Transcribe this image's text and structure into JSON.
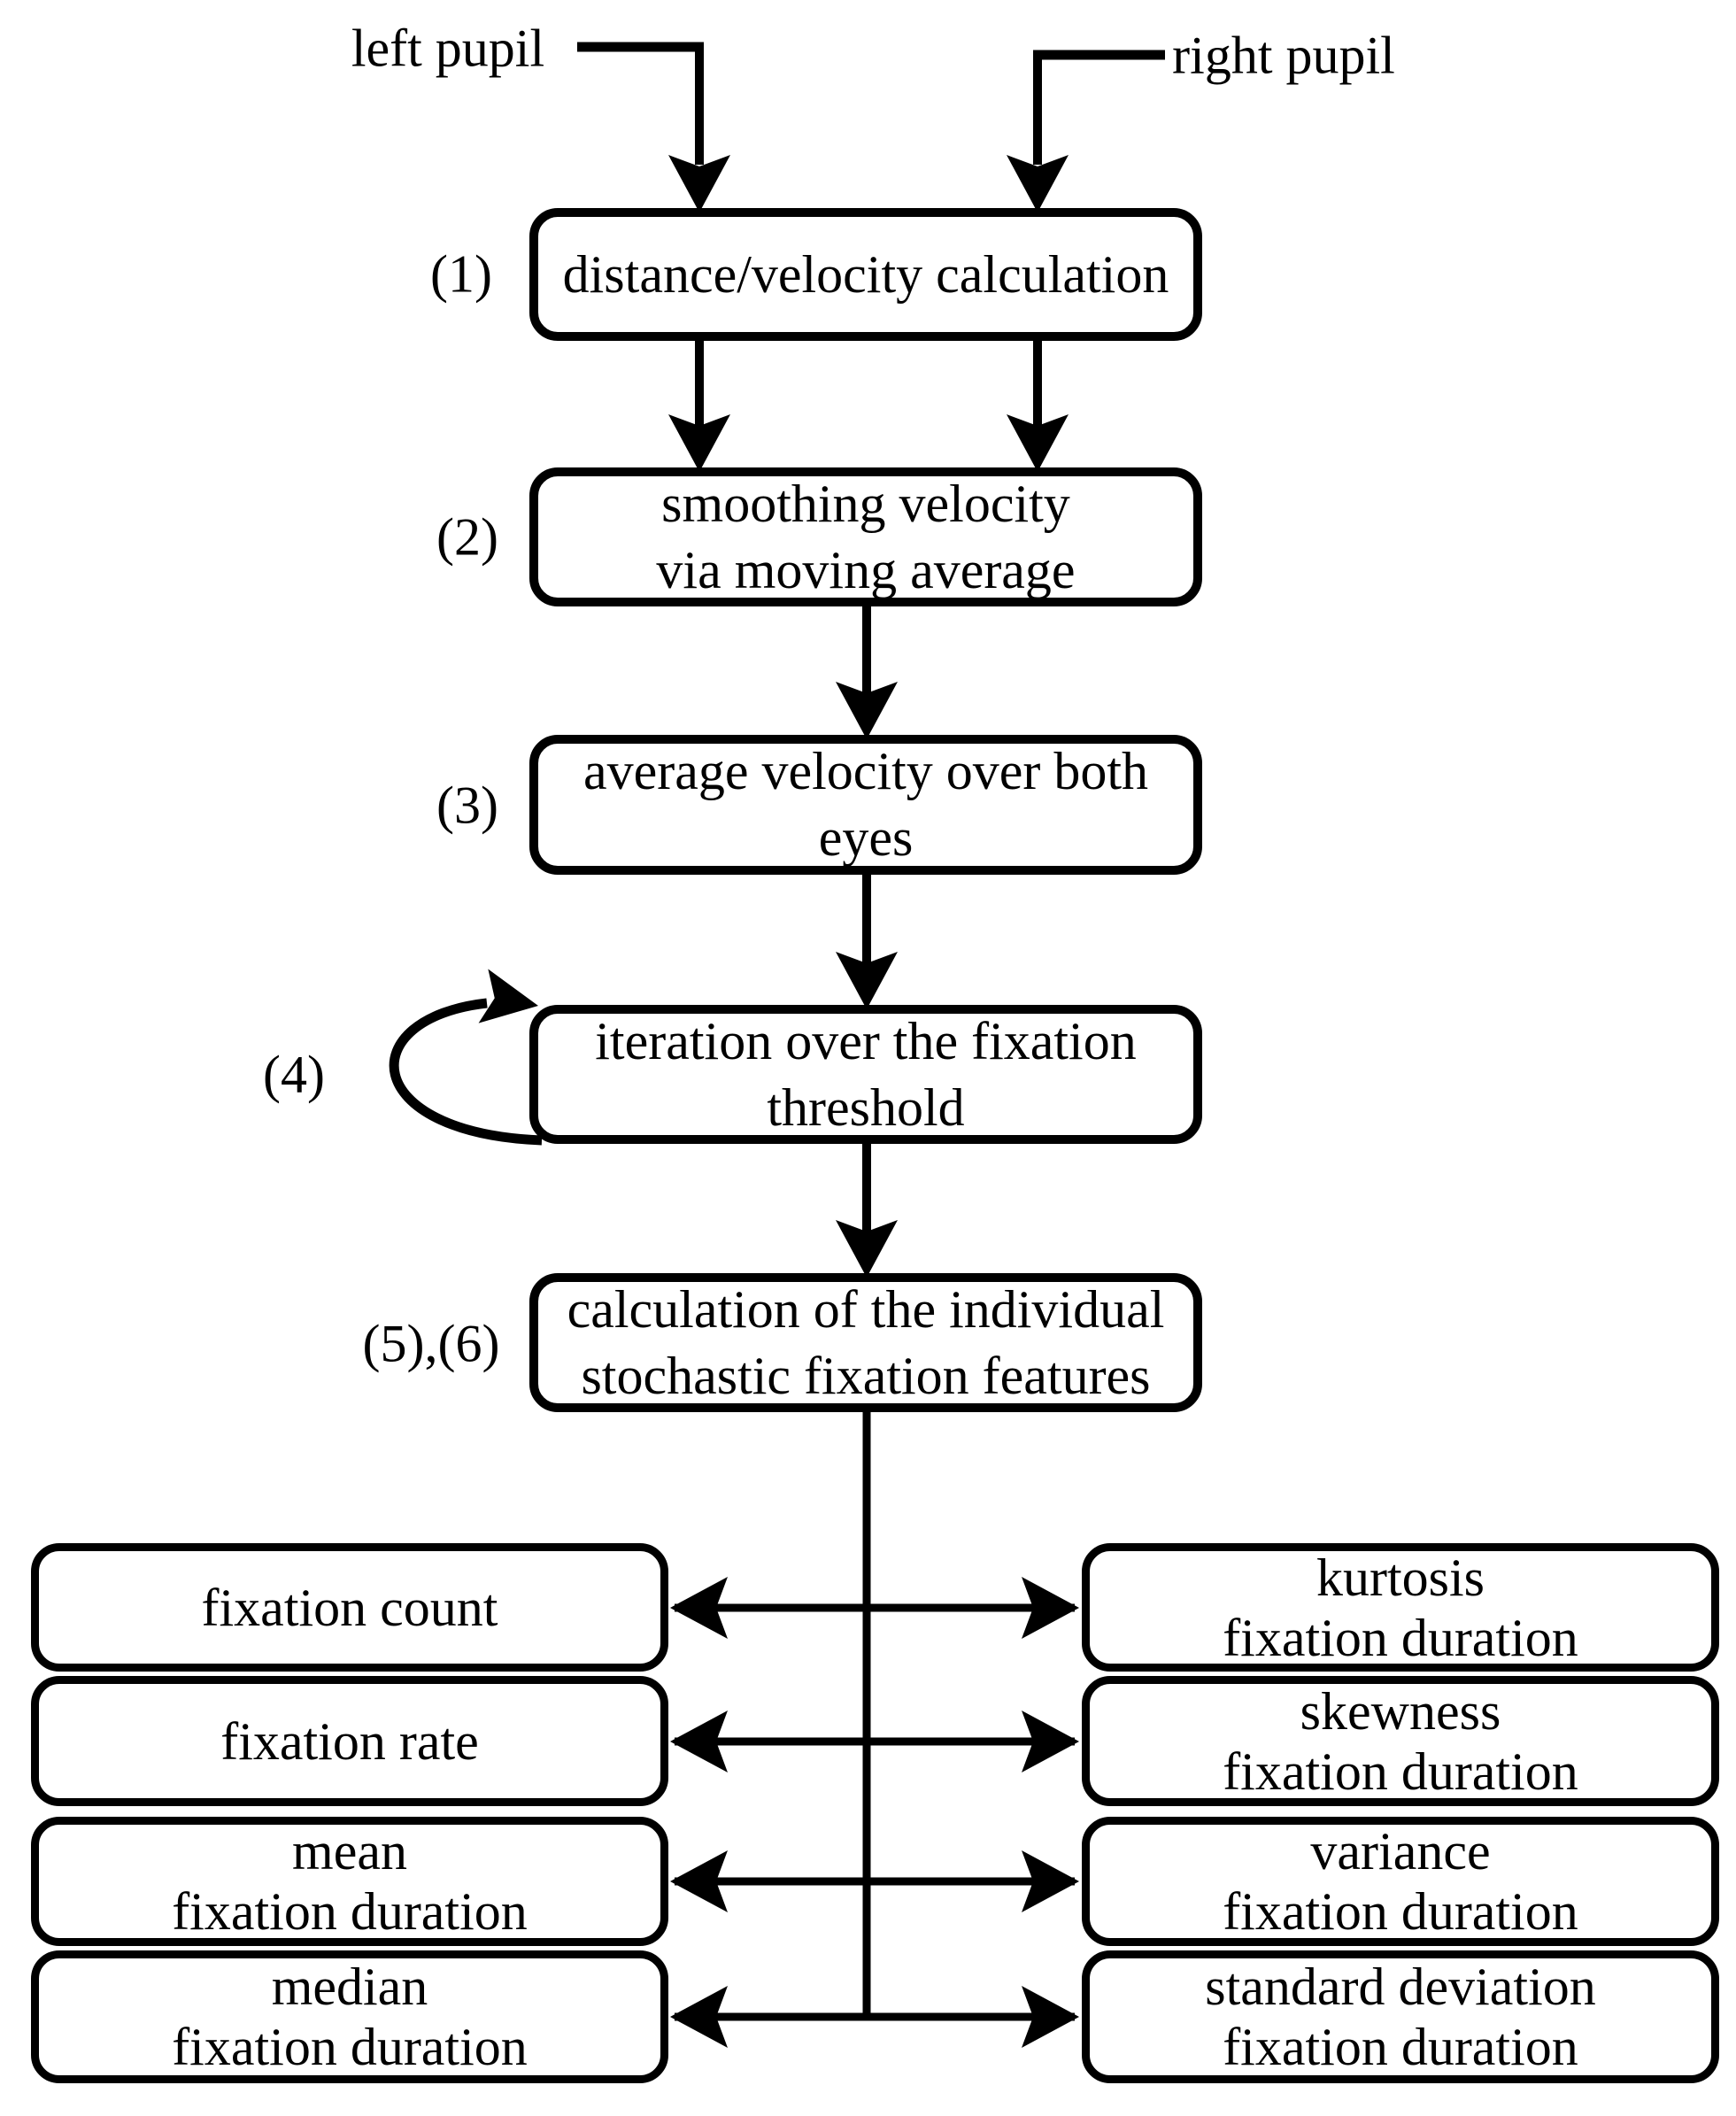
{
  "figure": {
    "type": "flowchart",
    "background_color": "#ffffff",
    "ink_color": "#000000"
  },
  "inputs": {
    "left": "left pupil",
    "right": "right pupil"
  },
  "steps": [
    {
      "num": "(1)",
      "lines": [
        "distance/velocity calculation"
      ]
    },
    {
      "num": "(2)",
      "lines": [
        "smoothing velocity",
        "via moving average"
      ]
    },
    {
      "num": "(3)",
      "lines": [
        "average velocity over both",
        "eyes"
      ]
    },
    {
      "num": "(4)",
      "lines": [
        "iteration over the fixation",
        "threshold"
      ]
    },
    {
      "num": "(5),(6)",
      "lines": [
        "calculation of the individual",
        "stochastic fixation features"
      ]
    }
  ],
  "outputs": {
    "left": [
      {
        "lines": [
          "fixation count"
        ]
      },
      {
        "lines": [
          "fixation rate"
        ]
      },
      {
        "lines": [
          "mean",
          "fixation duration"
        ]
      },
      {
        "lines": [
          "median",
          "fixation duration"
        ]
      }
    ],
    "right": [
      {
        "lines": [
          "kurtosis",
          "fixation duration"
        ]
      },
      {
        "lines": [
          "skewness",
          "fixation duration"
        ]
      },
      {
        "lines": [
          "variance",
          "fixation duration"
        ]
      },
      {
        "lines": [
          "standard deviation",
          "fixation duration"
        ]
      }
    ]
  }
}
